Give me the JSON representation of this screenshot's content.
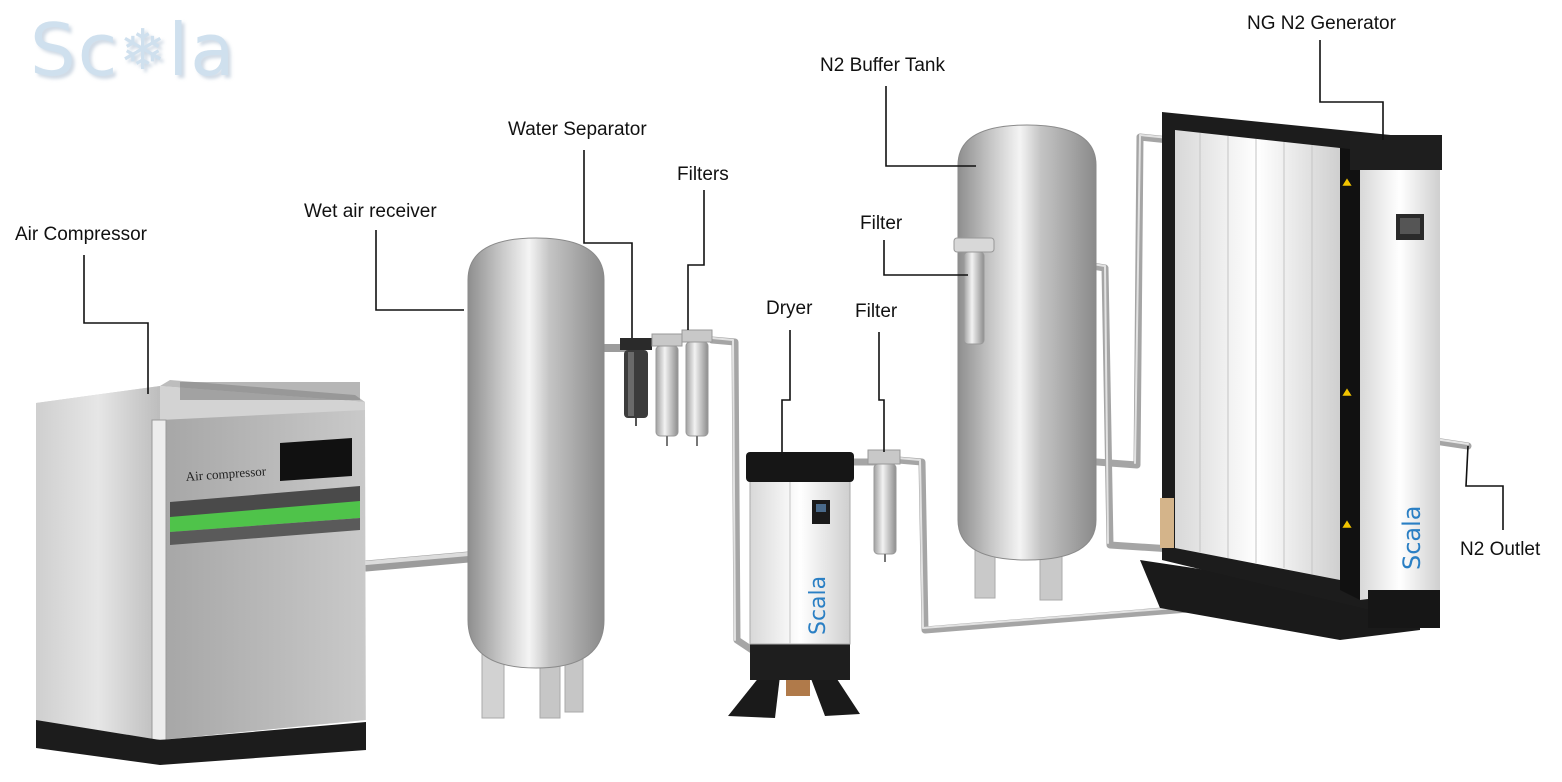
{
  "brand": {
    "logo_text": "Sc",
    "logo_snow": "❄",
    "logo_tail": "la",
    "logo_color": "#cfe0ee",
    "unit_brand": "Scala",
    "brand_blue": "#2a7fc4"
  },
  "labels": {
    "air_compressor": "Air Compressor",
    "wet_air_receiver": "Wet air receiver",
    "water_separator": "Water Separator",
    "filters": "Filters",
    "dryer": "Dryer",
    "filter_after_dryer": "Filter",
    "filter_on_tank": "Filter",
    "n2_buffer_tank": "N2 Buffer Tank",
    "ng_n2_generator": "NG N2 Generator",
    "n2_outlet": "N2 Outlet"
  },
  "equipment": {
    "compressor_plate": "Air compressor",
    "accent_green": "#4fc34a"
  }
}
